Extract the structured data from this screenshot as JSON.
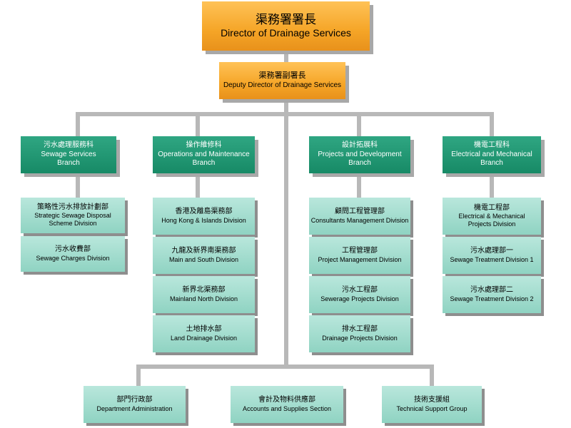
{
  "director": {
    "zh": "渠務署署長",
    "en": "Director of Drainage Services"
  },
  "deputy": {
    "zh": "渠務署副署長",
    "en": "Deputy Director of Drainage Services"
  },
  "branches": [
    {
      "zh": "污水處理服務科",
      "en1": "Sewage Services",
      "en2": "Branch",
      "divisions": [
        {
          "zh": "策略性污水排放計劃部",
          "en1": "Strategic Sewage Disposal",
          "en2": "Scheme Division"
        },
        {
          "zh": "污水收費部",
          "en1": "Sewage Charges Division",
          "en2": ""
        }
      ]
    },
    {
      "zh": "操作維修科",
      "en1": "Operations and Maintenance",
      "en2": "Branch",
      "divisions": [
        {
          "zh": "香港及離島渠務部",
          "en1": "Hong Kong & Islands Division",
          "en2": ""
        },
        {
          "zh": "九龍及新界南渠務部",
          "en1": "Main and South Division",
          "en2": ""
        },
        {
          "zh": "新界北渠務部",
          "en1": "Mainland North Division",
          "en2": ""
        },
        {
          "zh": "土地排水部",
          "en1": "Land Drainage Division",
          "en2": ""
        }
      ]
    },
    {
      "zh": "設計拓展科",
      "en1": "Projects and Development",
      "en2": "Branch",
      "divisions": [
        {
          "zh": "顧問工程管理部",
          "en1": "Consultants Management Division",
          "en2": ""
        },
        {
          "zh": "工程管理部",
          "en1": "Project Management Division",
          "en2": ""
        },
        {
          "zh": "污水工程部",
          "en1": "Sewerage Projects Division",
          "en2": ""
        },
        {
          "zh": "排水工程部",
          "en1": "Drainage Projects Division",
          "en2": ""
        }
      ]
    },
    {
      "zh": "機電工程科",
      "en1": "Electrical and Mechanical",
      "en2": "Branch",
      "divisions": [
        {
          "zh": "機電工程部",
          "en1": "Electrical & Mechanical",
          "en2": "Projects Division"
        },
        {
          "zh": "污水處理部一",
          "en1": "Sewage Treatment Division 1",
          "en2": ""
        },
        {
          "zh": "污水處理部二",
          "en1": "Sewage Treatment Division 2",
          "en2": ""
        }
      ]
    }
  ],
  "support": [
    {
      "zh": "部門行政部",
      "en": "Department Administration"
    },
    {
      "zh": "會計及物料供應部",
      "en": "Accounts and Supplies Section"
    },
    {
      "zh": "技術支援組",
      "en": "Technical Support Group"
    }
  ]
}
